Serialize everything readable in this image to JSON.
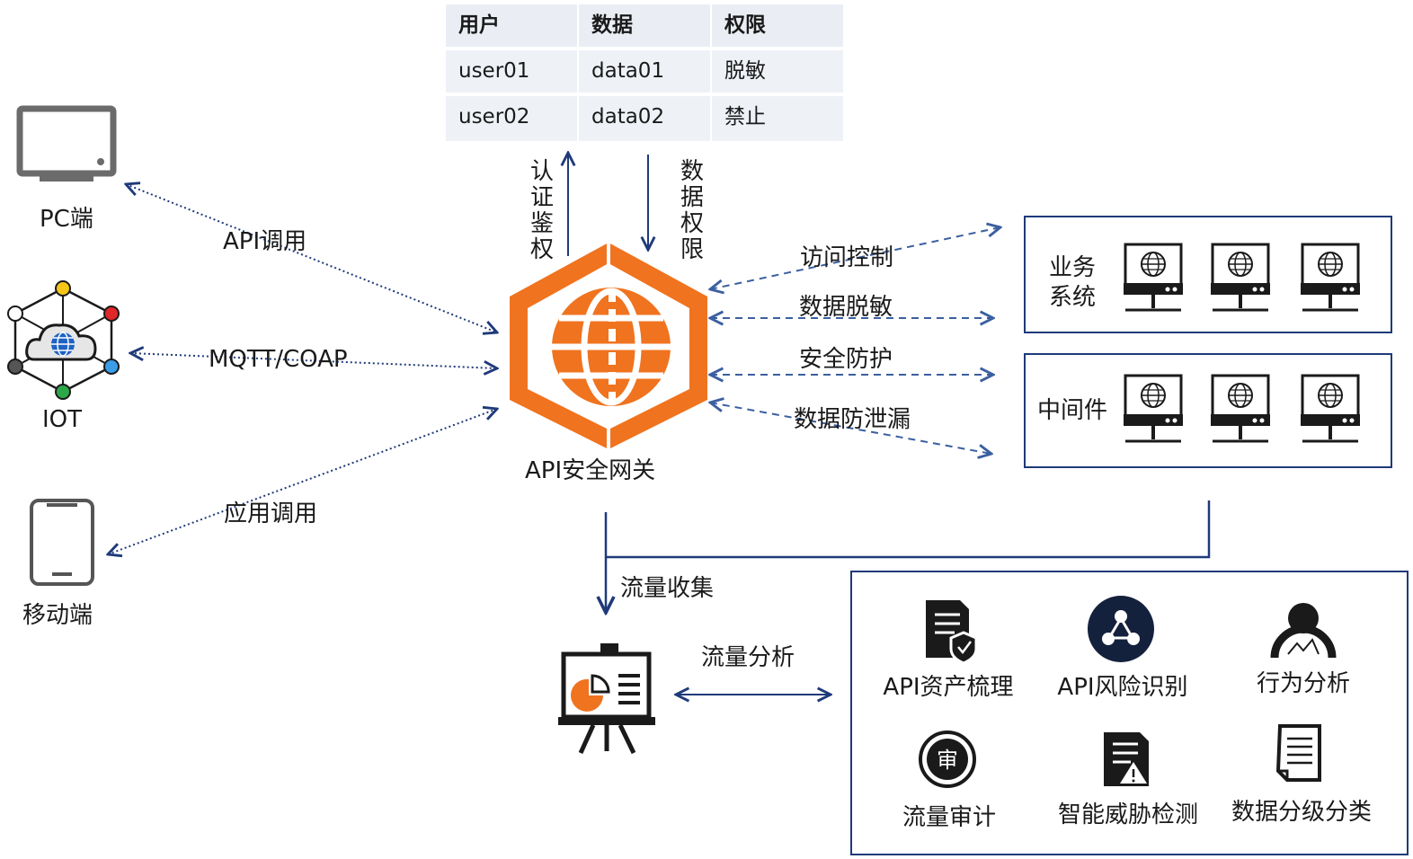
{
  "table": {
    "headers": [
      "用户",
      "数据",
      "权限"
    ],
    "rows": [
      [
        "user01",
        "data01",
        "脱敏"
      ],
      [
        "user02",
        "data02",
        "禁止"
      ]
    ]
  },
  "clients": {
    "pc": "PC端",
    "iot": "IOT",
    "mobile": "移动端"
  },
  "connections": {
    "api_call": "API调用",
    "mqtt": "MQTT/COAP",
    "app_call": "应用调用"
  },
  "gateway": {
    "label": "API安全网关",
    "auth": "认证鉴权",
    "data_perm": "数据权限"
  },
  "controls": [
    "访问控制",
    "数据脱敏",
    "安全防护",
    "数据防泄漏"
  ],
  "backends": {
    "business": "业务系统",
    "middleware": "中间件"
  },
  "traffic": {
    "collect": "流量收集",
    "analyze": "流量分析"
  },
  "features": [
    {
      "label": "API资产梳理",
      "icon": "document-shield-icon"
    },
    {
      "label": "API风险识别",
      "icon": "risk-network-icon"
    },
    {
      "label": "行为分析",
      "icon": "user-behavior-icon"
    },
    {
      "label": "流量审计",
      "icon": "audit-seal-icon"
    },
    {
      "label": "智能威胁检测",
      "icon": "threat-warning-icon"
    },
    {
      "label": "数据分级分类",
      "icon": "document-list-icon"
    }
  ],
  "colors": {
    "navy": "#1f3a7a",
    "orange": "#f0731f",
    "dashed_blue": "#3b5fa0",
    "table_bg": "#eef2f7"
  }
}
